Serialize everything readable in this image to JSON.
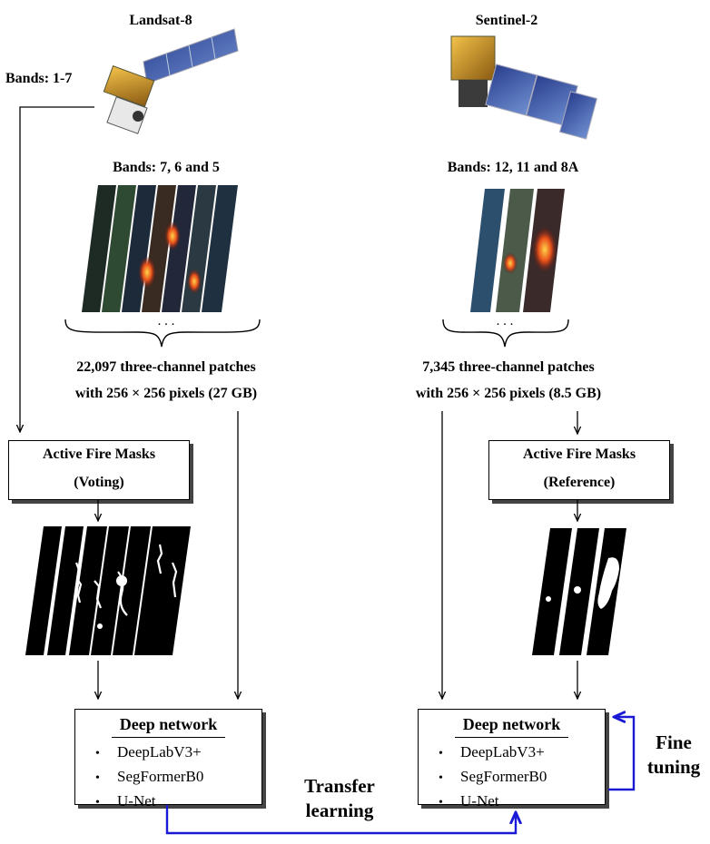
{
  "left": {
    "satellite_name": "Landsat-8",
    "side_bands": "Bands: 1-7",
    "bands": "Bands: 7, 6 and 5",
    "ellipsis": ". . .",
    "patches_line1": "22,097 three-channel patches",
    "patches_line2": "with 256 × 256 pixels (27 GB)",
    "mask_box_line1": "Active Fire Masks",
    "mask_box_line2": "(Voting)",
    "network_title": "Deep network",
    "models": [
      "DeepLabV3+",
      "SegFormerB0",
      "U-Net"
    ]
  },
  "right": {
    "satellite_name": "Sentinel-2",
    "bands": "Bands: 12, 11 and 8A",
    "ellipsis": ". . .",
    "patches_line1": "7,345 three-channel patches",
    "patches_line2": "with 256 × 256 pixels (8.5 GB)",
    "mask_box_line1": "Active Fire Masks",
    "mask_box_line2": "(Reference)",
    "network_title": "Deep network",
    "models": [
      "DeepLabV3+",
      "SegFormerB0",
      "U-Net"
    ]
  },
  "transfer_label_line1": "Transfer",
  "transfer_label_line2": "learning",
  "finetune_label_line1": "Fine",
  "finetune_label_line2": "tuning",
  "bullet_char": "•",
  "colors": {
    "arrow_blue": "#1a1ad6",
    "box_shadow": "#444444"
  }
}
